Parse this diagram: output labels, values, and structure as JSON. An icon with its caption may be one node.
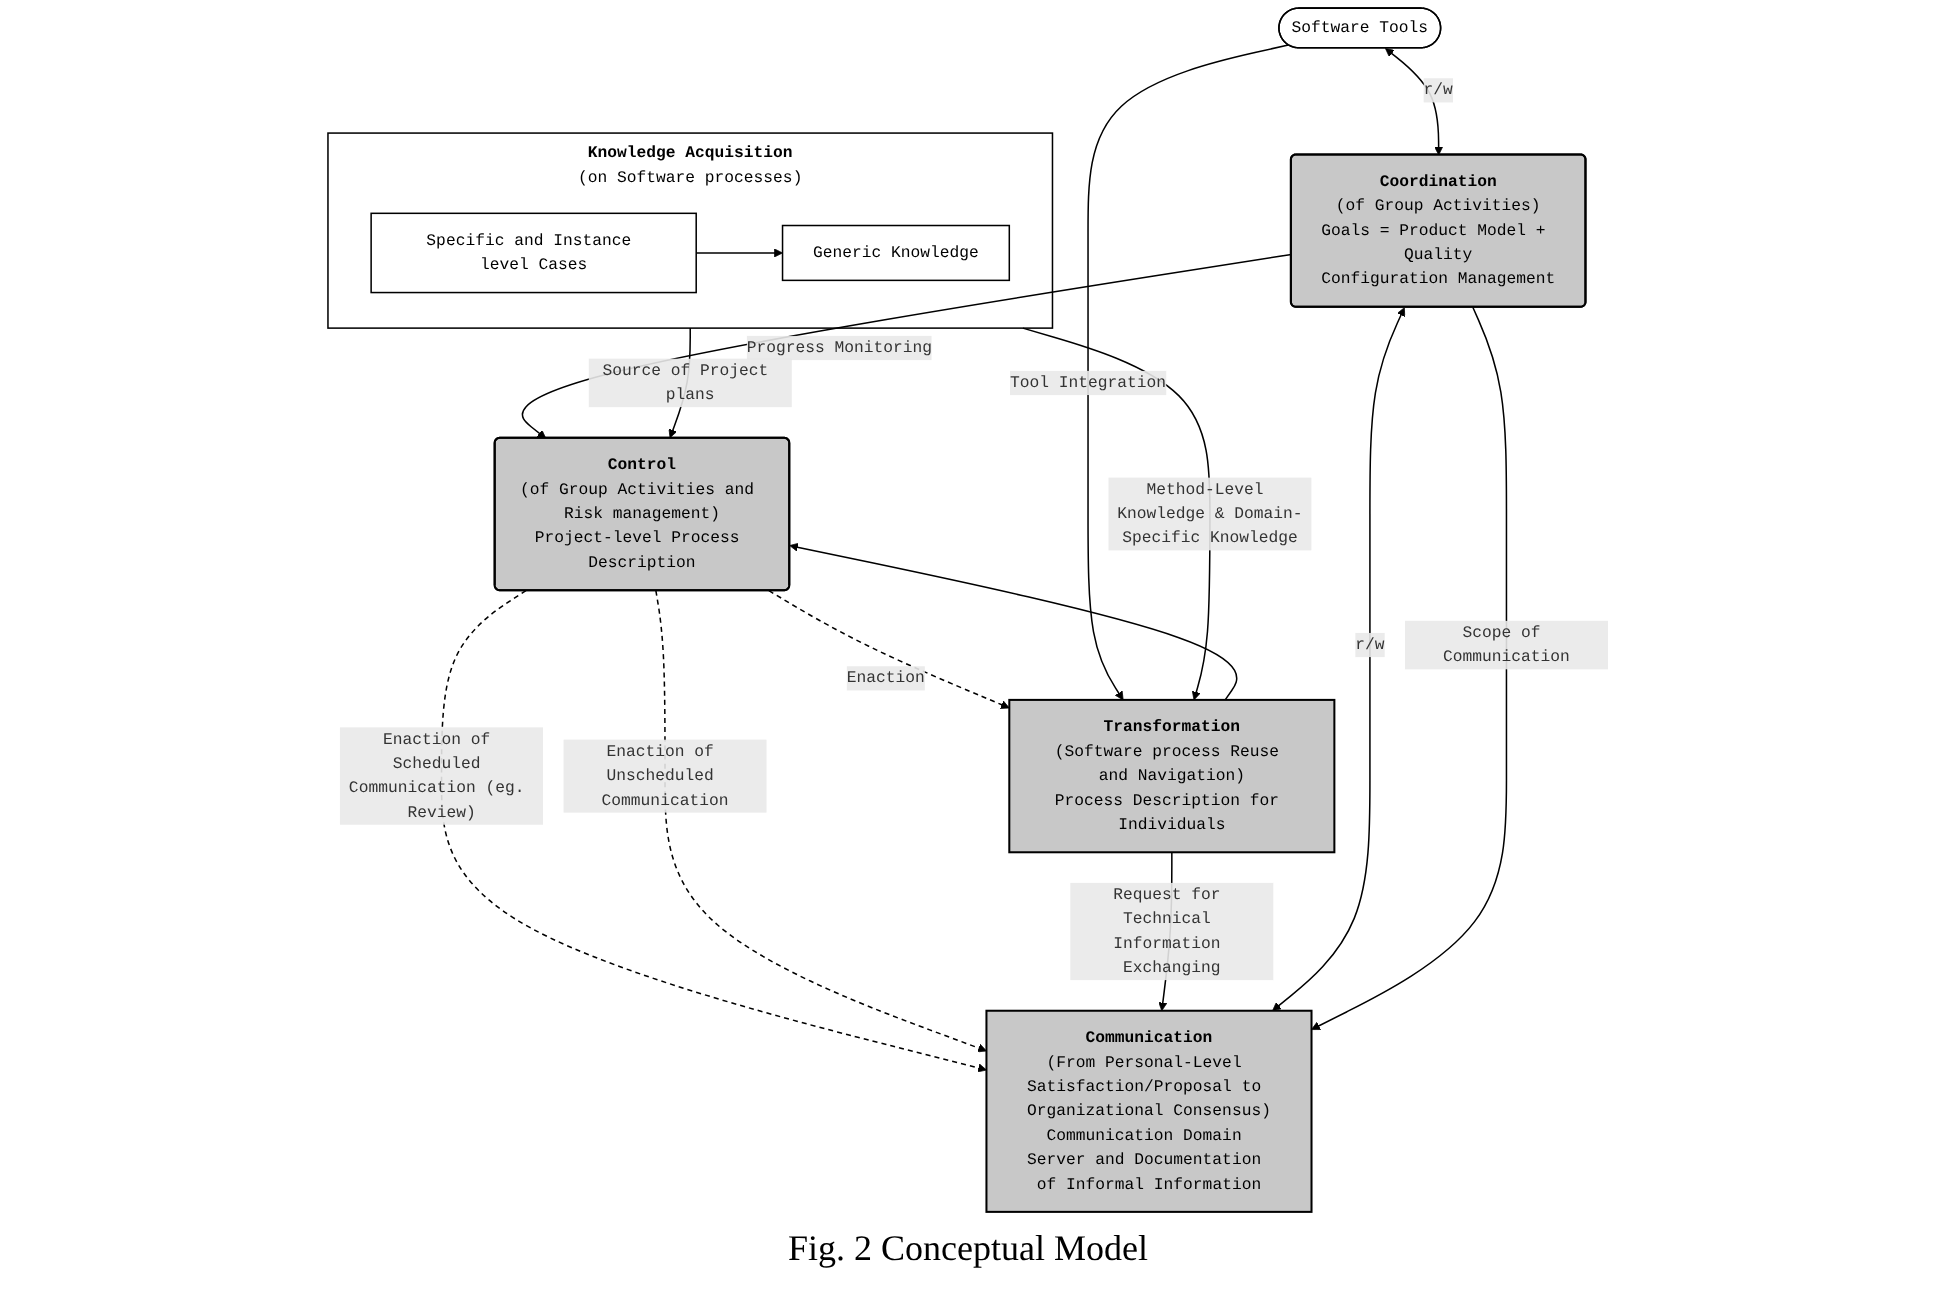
{
  "diagram": {
    "caption": "Fig. 2 Conceptual Model",
    "nodes": [
      {
        "text": [
          "Knowledge Acquisition",
          "(on Software processes)"
        ]
      },
      {
        "text": [
          "Specific and Instance level Cases"
        ],
        "in": 0
      },
      {
        "text": [
          "Generic Knowledge"
        ],
        "in": 0
      },
      {
        "text": [
          "Control",
          "(of Group Activities and Risk management)",
          "Project-level Process Description"
        ]
      },
      {
        "text": [
          "Transformation",
          "(Software process Reuse and Navigation)",
          "Process Description for Individuals"
        ]
      },
      {
        "text": [
          "Communication",
          "(From Personal-Level Satisfaction/Proposal to Organizational Consensus)",
          "Communication Domain Server and Documentation of Informal Information"
        ]
      },
      {
        "text": [
          "Software Tools"
        ]
      },
      {
        "text": [
          "Coordination",
          "(of Group Activities)",
          "Goals = Product Model + Quality",
          "Configuration Management"
        ]
      }
    ],
    "edges": [
      {
        "from": 1,
        "to": 2,
        "arrow": "to"
      },
      {
        "from": 0,
        "to": 3,
        "arrow": "to",
        "label": "Source of Project plans"
      },
      {
        "from": 0,
        "to": 4,
        "arrow": "to",
        "label": "Method-Level Knowledge & Domain-Specific Knowledge"
      },
      {
        "from": 3,
        "to": 4,
        "arrow": "to",
        "label": "Enaction",
        "style": "dashed"
      },
      {
        "from": 3,
        "to": 5,
        "arrow": "to",
        "label": "Enaction of Scheduled Communication (eg. Review)",
        "style": "dashed"
      },
      {
        "from": 3,
        "to": 5,
        "arrow": "to",
        "label": "Enaction of Unscheduled Communication",
        "style": "dashed"
      },
      {
        "from": 7,
        "to": 3,
        "arrow": "to",
        "label": "Progress Monitoring"
      },
      {
        "from": 4,
        "to": 3,
        "arrow": "to"
      },
      {
        "from": 4,
        "to": 5,
        "arrow": "to",
        "label": "Request for Technical Information Exchanging"
      },
      {
        "from": 6,
        "to": 4,
        "arrow": "to",
        "label": "Tool Integration"
      },
      {
        "from": 6,
        "to": 7,
        "arrow": "both",
        "label": "r/w"
      },
      {
        "from": 7,
        "to": 5,
        "arrow": "both",
        "label": "r/w"
      },
      {
        "from": 7,
        "to": 5,
        "arrow": "to",
        "label": "Scope of Communication"
      }
    ]
  }
}
